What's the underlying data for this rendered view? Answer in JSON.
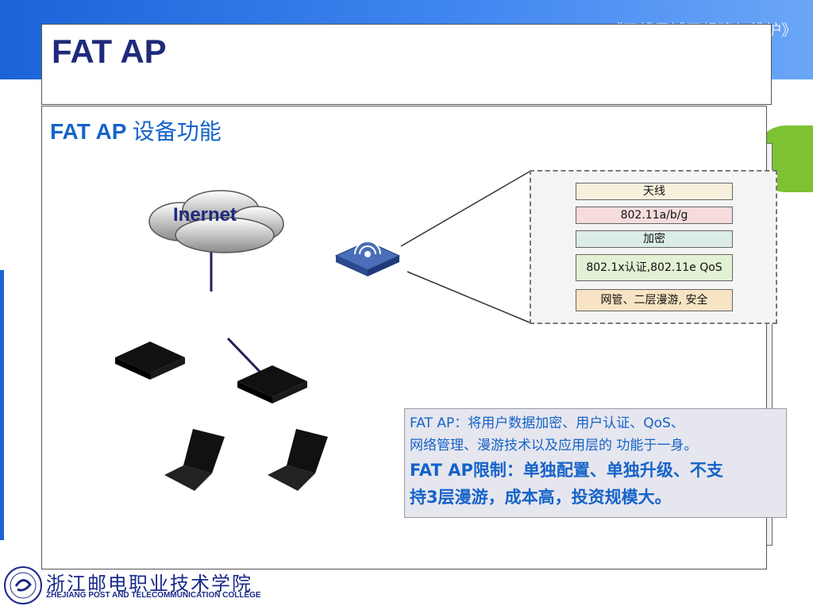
{
  "header": {
    "course_title": "《无线局域网组建与维护》"
  },
  "slide": {
    "title": "FAT AP",
    "subtitle_en": "FAT AP",
    "subtitle_cn": "设备功能"
  },
  "diagram": {
    "cloud_label": "Inernet",
    "layers": [
      {
        "label": "天线",
        "color": "#f7f0dc"
      },
      {
        "label": "802.11a/b/g",
        "color": "#f6dcdc"
      },
      {
        "label": "加密",
        "color": "#dcece8"
      },
      {
        "label": "802.1x认证,802.11e QoS",
        "color": "#e2f0d4"
      },
      {
        "label": "网管、二层漫游, 安全",
        "color": "#f8e4c4"
      }
    ]
  },
  "description": {
    "line1": "FAT AP：将用户数据加密、用户认证、QoS、",
    "line2": "网络管理、漫游技术以及应用层的 功能于一身。",
    "line3": "FAT AP限制：单独配置、单独升级、不支",
    "line4": "持3层漫游，成本高，投资规模大。"
  },
  "footer": {
    "school_cn": "浙江邮电职业技术学院",
    "school_en": "ZHEJIANG POST AND TELECOMMUNICATION COLLEGE"
  },
  "colors": {
    "accent_blue": "#1563c9",
    "title_navy": "#1f2a7a",
    "brand_green": "#7dc233"
  }
}
